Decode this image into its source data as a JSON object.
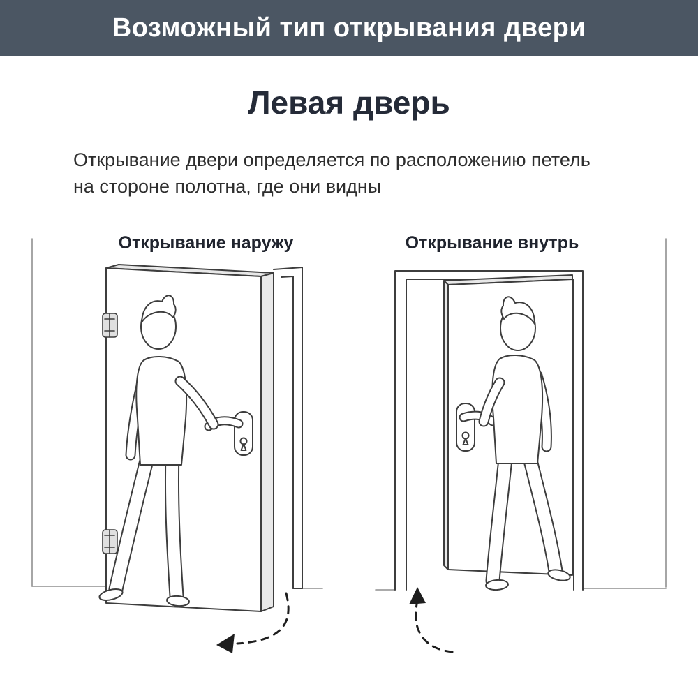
{
  "header": {
    "title": "Возможный тип открывания двери"
  },
  "subtitle": "Левая дверь",
  "description": "Открывание двери определяется по расположению петель\nна стороне полотна, где они видны",
  "panels": [
    {
      "label": "Открывание наружу",
      "swing": "outward",
      "arrow_direction": "left"
    },
    {
      "label": "Открывание внутрь",
      "swing": "inward",
      "arrow_direction": "up"
    }
  ],
  "colors": {
    "header_bg": "#4b5663",
    "header_text": "#ffffff",
    "heading_text": "#252b38",
    "body_text": "#2e2e2e",
    "outline": "#3d3d3d",
    "wall_line": "#8f8f8f",
    "door_fill": "#ffffff",
    "door_edge_fill": "#e8e8e8",
    "arrow": "#1e1e1e"
  }
}
